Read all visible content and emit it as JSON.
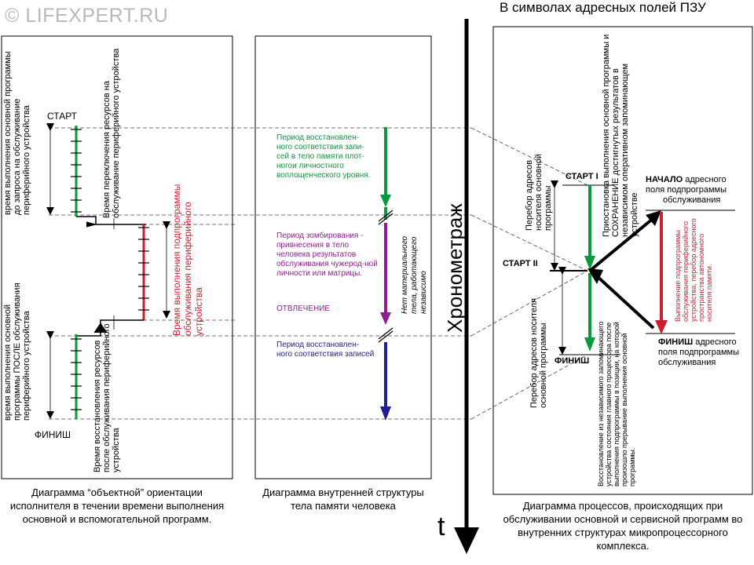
{
  "watermark": "© LIFEXPERT.RU",
  "header": "В символах адресных полей ПЗУ",
  "left_panel": {
    "caption": "Диаграмма “объектной” ориентации исполнителя в течении времени выполнения основной и вспомогательной программ.",
    "start": "СТАРТ",
    "finish": "ФИНИШ",
    "text_before": "время выполнения основной программы до запроса на обслуживание периферийного устройства",
    "text_after": "время выполнения основной программы ПОСЛЕ обслуживания периферийного устройства",
    "text_switch": "Время переключения ресурсов на обслуживание периферийного устройства",
    "text_restore": "Время восстановления ресурсов после обслуживания периферийного устройства",
    "text_sub": "Время выполнения подпрограммы обслуживания периферийного устройства"
  },
  "middle_panel": {
    "caption": "Диаграмма внутренней структуры тела памяти человека",
    "period1": "Период восстановлен-ного соответствия запи-сей в тело памяти плот-ногои личностного воплощенческого уровня.",
    "period2": "Период зомбирования - привнесения в тело человека результатов обслуживания чужерод-ной личности или матрицы.",
    "distraction": "ОТВЛЕЧЕНИЕ",
    "period3": "Период восстановлен-ного соответствия записей",
    "note": "Нет материального тела, работающего независимо"
  },
  "timeline": {
    "label": "Хронометраж",
    "t": "t"
  },
  "right_panel": {
    "caption": "Диаграмма процессов, происходящих при обслуживании основной и сервисной программ во внутренних структурах микропроцессорного комплекса.",
    "start1": "СТАРТ I",
    "start2": "СТАРТ II",
    "finish": "ФИНИШ",
    "begin_bold": "НАЧАЛО",
    "begin_rest": "адресного",
    "begin_line2": "поля подпрограммы",
    "begin_line3": "обслуживания",
    "finish2_bold": "ФИНИШ",
    "finish2_rest": "адресного",
    "finish2_line2": "поля подпрограммы",
    "finish2_line3": "обслуживания",
    "text_enum1": "Перебор адресов носителя основной программы",
    "text_enum2": "Перебор адресов носителя основной программы",
    "text_pause": "Приостановка выполнения основной программы и СОХРАНЕНИЕ достигнутых результатов в независимом оперативном запоминающем устройстве",
    "text_sub": "Выполнение подпрограммы обслуживания периферийного устройства, перебор адресного пространства автономного носителя памяти.",
    "text_restore": "Восстановление из независимого запоминающего устройства состояния главного процессора после выполнения подпрограммы в позиции, на которой произошло прерывание выполнения основной программы."
  },
  "colors": {
    "green": "#0a9a3c",
    "red": "#cc1f2e",
    "purple": "#8e1f8e",
    "blue": "#1f1f8e",
    "black": "#000000"
  }
}
